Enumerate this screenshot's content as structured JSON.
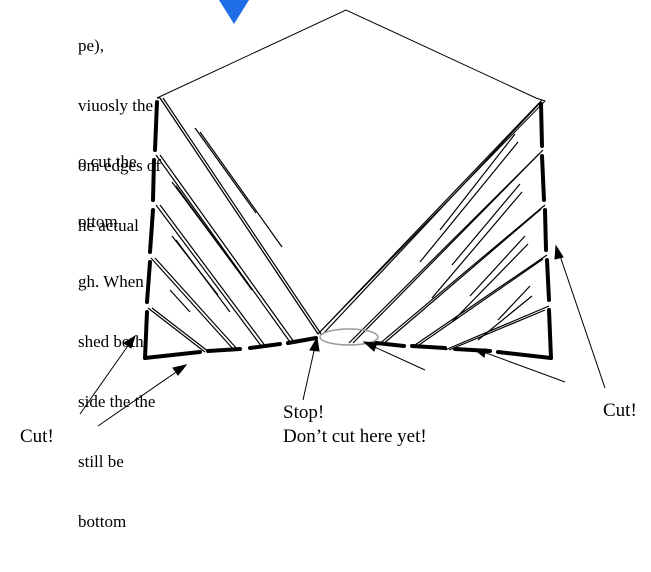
{
  "instructions": {
    "block1": [
      "pe),",
      "viuosly the",
      "om edges of",
      "he actual"
    ],
    "block2": [
      "o cut the",
      "ottom",
      "gh. When",
      "shed both",
      "side the the",
      "still be",
      "bottom"
    ]
  },
  "labels": {
    "cut_left": "Cut!",
    "stop": "Stop!",
    "dont_cut": "Don’t cut here yet!",
    "cut_right": "Cut!"
  },
  "colors": {
    "marker": "#1f6ee8",
    "line": "#000000",
    "ellipse": "#9a9a9a"
  }
}
